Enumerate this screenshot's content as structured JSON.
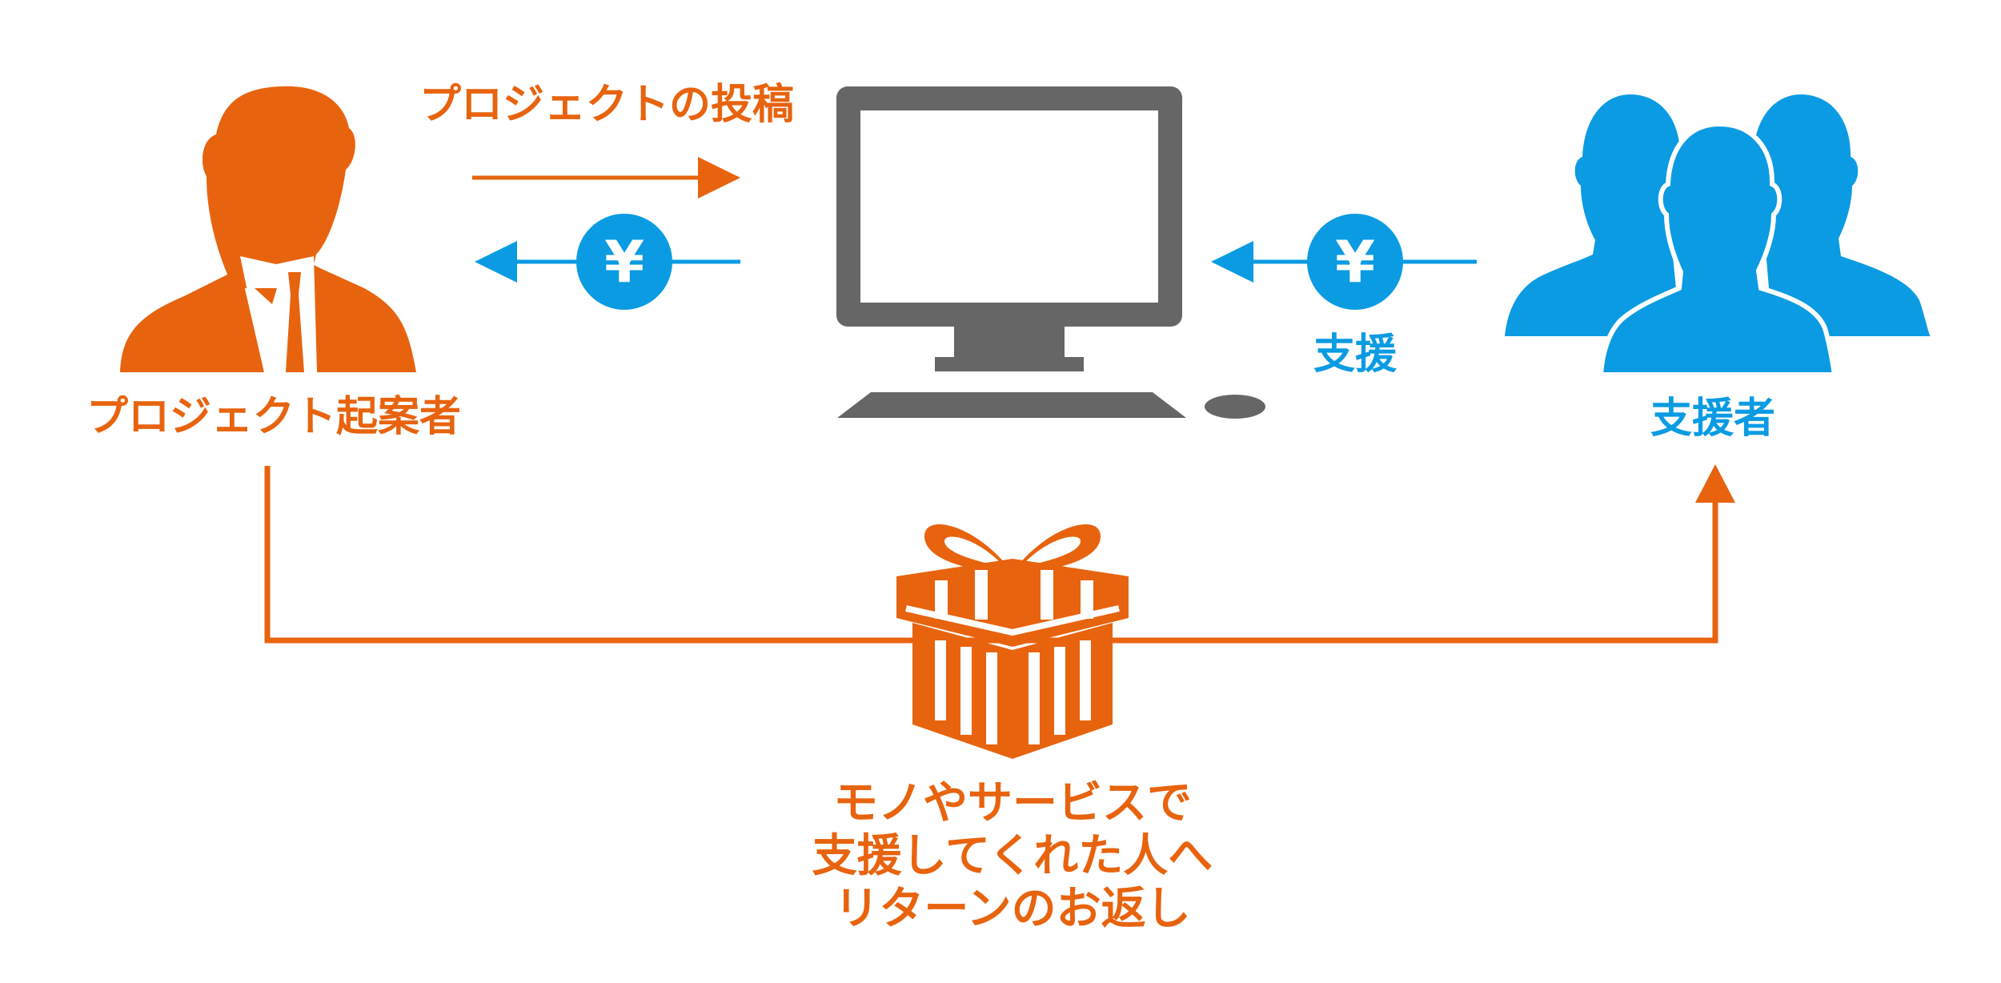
{
  "colors": {
    "orange": "#E8630E",
    "blue": "#0A9BE3",
    "gray": "#666666",
    "white": "#FFFFFF"
  },
  "labels": {
    "project_post": "プロジェクトの投稿",
    "project_owner": "プロジェクト起案者",
    "support": "支援",
    "supporters": "支援者",
    "yen_symbol": "¥",
    "return_line1": "モノやサービスで",
    "return_line2": "支援してくれた人へ",
    "return_line3": "リターンのお返し"
  },
  "icons": {
    "owner": "businessman-icon",
    "computer": "computer-icon",
    "supporters": "people-group-icon",
    "gift": "gift-box-icon"
  }
}
